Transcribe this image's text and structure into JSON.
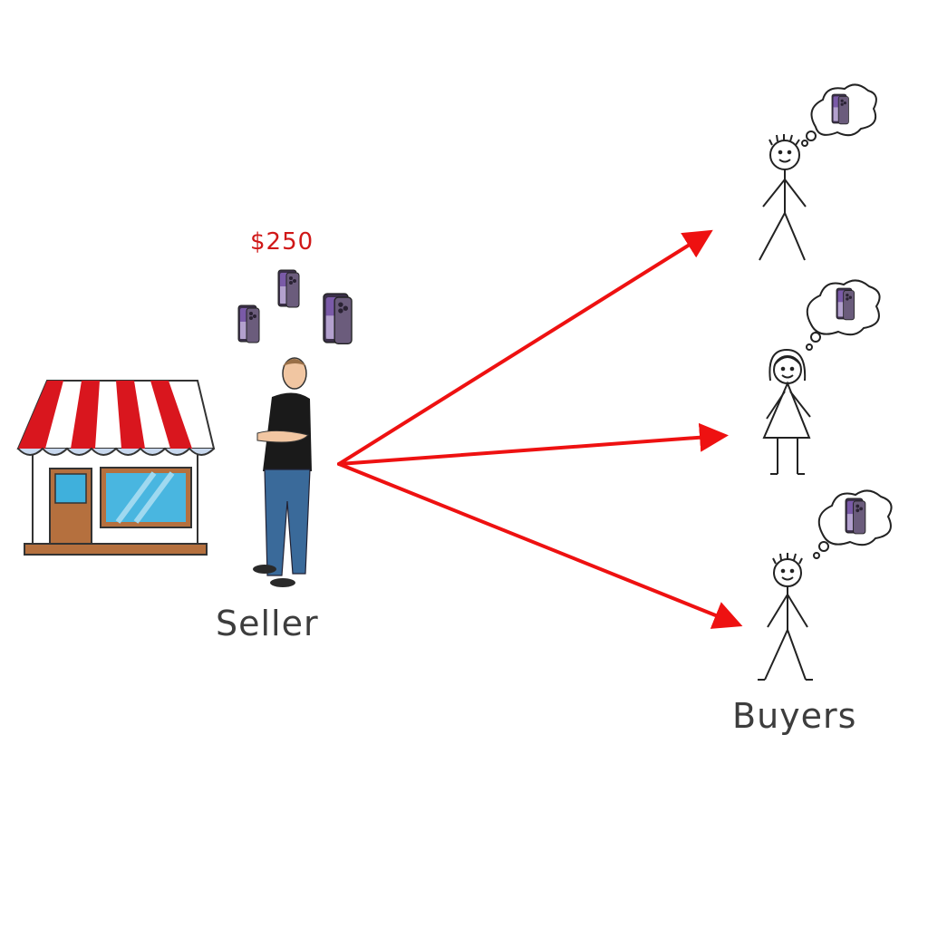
{
  "price": "$250",
  "seller_label": "Seller",
  "buyers_label": "Buyers",
  "colors": {
    "arrow": "#ee1111",
    "awning_red": "#d9161e",
    "price": "#d01818",
    "phone": "#5b4a6e"
  },
  "icons": [
    "store-icon",
    "seller-person-icon",
    "phone-icon",
    "stick-figure-icon",
    "thought-bubble-icon",
    "arrow-icon"
  ]
}
